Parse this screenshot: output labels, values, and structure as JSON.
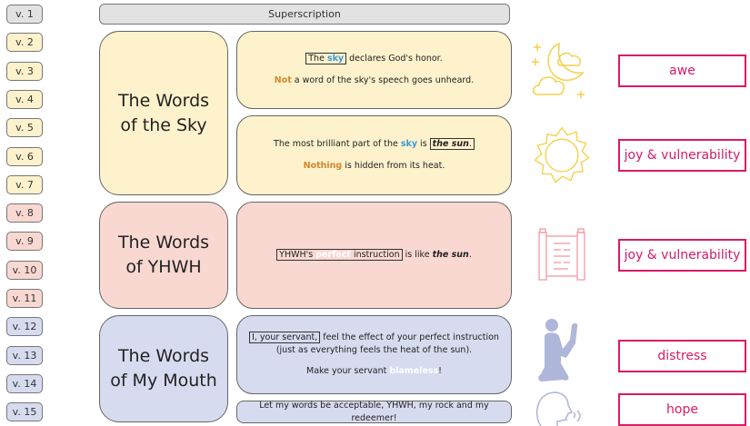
{
  "verses": [
    "v. 1",
    "v. 2",
    "v. 3",
    "v. 4",
    "v. 5",
    "v. 6",
    "v. 7",
    "v. 8",
    "v. 9",
    "v. 10",
    "v. 11",
    "v. 12",
    "v. 13",
    "v. 14",
    "v. 15"
  ],
  "superscription": "Superscription",
  "sections": {
    "sky": "The Words of the Sky",
    "yhwh": "The Words of YHWH",
    "mouth": "The Words of My Mouth"
  },
  "panels": {
    "p1": {
      "the": "The",
      "sky": "sky",
      "rest": " declares God's honor.",
      "not": "Not",
      "rest2": " a word of the sky's speech goes unheard."
    },
    "p2": {
      "pre": "The most brilliant part of the ",
      "sky": "sky",
      "is": " is ",
      "sun": "the sun",
      "dot": ".",
      "nothing": "Nothing",
      "rest": " is hidden from its heat."
    },
    "p3": {
      "yhwh": "YHWH's ",
      "perfect": "perfect",
      "instr": " instruction",
      "like": " is like ",
      "sun": "the sun",
      "dot": "."
    },
    "p4": {
      "servant": "I, your servant,",
      "rest": " feel the effect of your perfect instruction",
      "line2": "(just as everything feels the heat of the sun).",
      "make": "Make your servant ",
      "blameless": "blameless",
      "bang": "!"
    },
    "p5": "Let my words be acceptable, YHWH, my rock and my redeemer!"
  },
  "emotions": [
    "awe",
    "joy & vulnerability",
    "joy & vulnerability",
    "distress",
    "hope"
  ],
  "colors": {
    "gray": "#e2e2e2",
    "yellow": "#fdf2cc",
    "pink": "#f9d8d2",
    "lavender": "#d7dbef",
    "emotion": "#d81b65",
    "sky": "#3a9ad9",
    "negation": "#d4862b"
  },
  "icons": [
    "moon-clouds-icon",
    "sun-icon",
    "scroll-icon",
    "kneeling-prayer-icon",
    "speaking-head-icon"
  ]
}
